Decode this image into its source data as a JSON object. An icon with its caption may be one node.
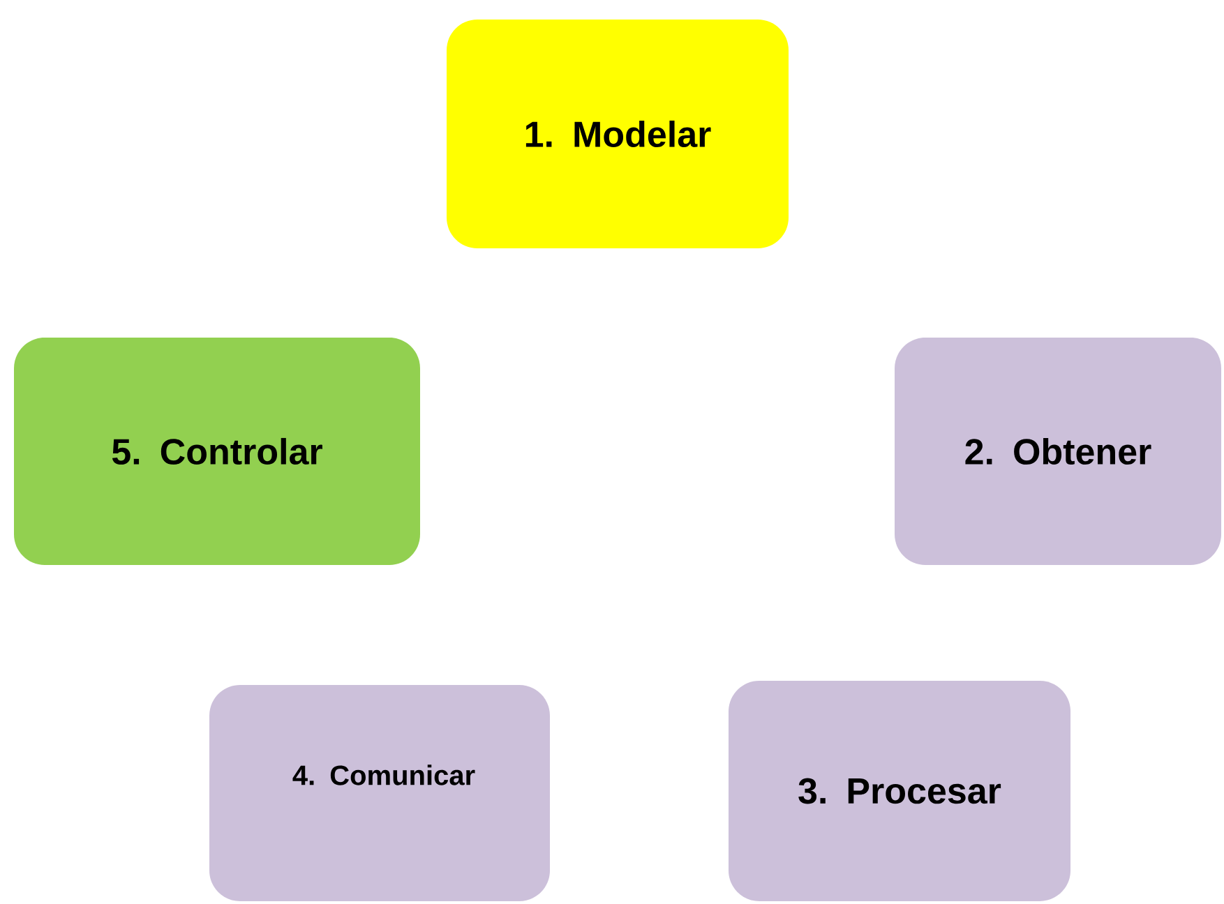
{
  "diagram": {
    "nodes": [
      {
        "text": [
          "1. Modelar"
        ]
      },
      {
        "text": [
          "2. Obtener"
        ]
      },
      {
        "text": [
          "3. Procesar"
        ]
      },
      {
        "text": [
          "4. Comunicar"
        ]
      },
      {
        "text": [
          "5. Controlar"
        ]
      }
    ]
  }
}
